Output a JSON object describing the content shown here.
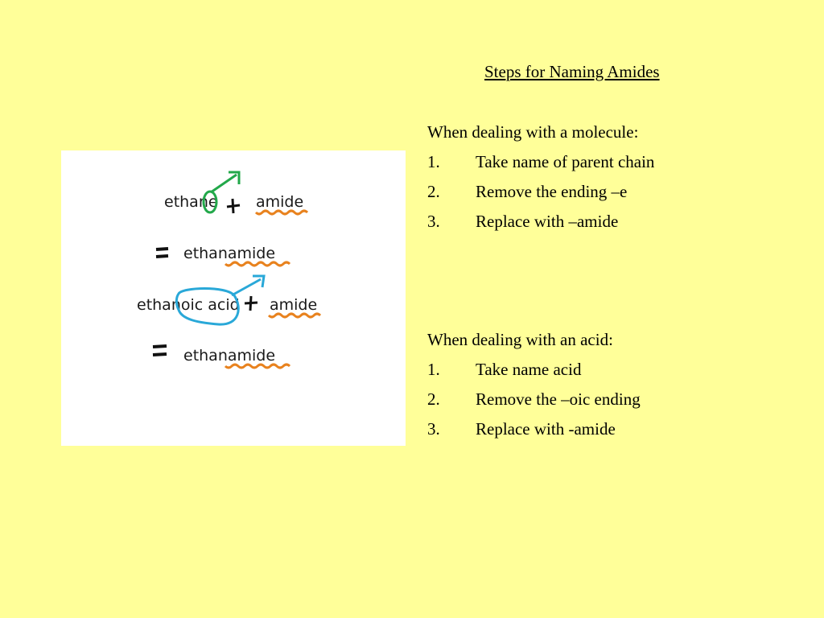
{
  "title": "Steps for Naming Amides",
  "molecule": {
    "heading": "When dealing with a molecule:",
    "steps": [
      {
        "num": "1.",
        "text": "Take name of parent chain"
      },
      {
        "num": "2.",
        "text": "Remove the ending –e"
      },
      {
        "num": "3.",
        "text": "Replace with –amide"
      }
    ]
  },
  "acid": {
    "heading": "When dealing with an acid:",
    "steps": [
      {
        "num": "1.",
        "text": "Take name acid"
      },
      {
        "num": "2.",
        "text": "Remove the –oic ending"
      },
      {
        "num": "3.",
        "text": "Replace with -amide"
      }
    ]
  },
  "figure": {
    "row1_left": "ethane",
    "row1_right": "amide",
    "row2_result": "ethanamide",
    "row3_left": "ethanoic acid",
    "row3_right": "amide",
    "row4_result": "ethanamide",
    "colors": {
      "green": "#22a84a",
      "blue": "#29a8d8",
      "orange": "#e8821e"
    }
  }
}
